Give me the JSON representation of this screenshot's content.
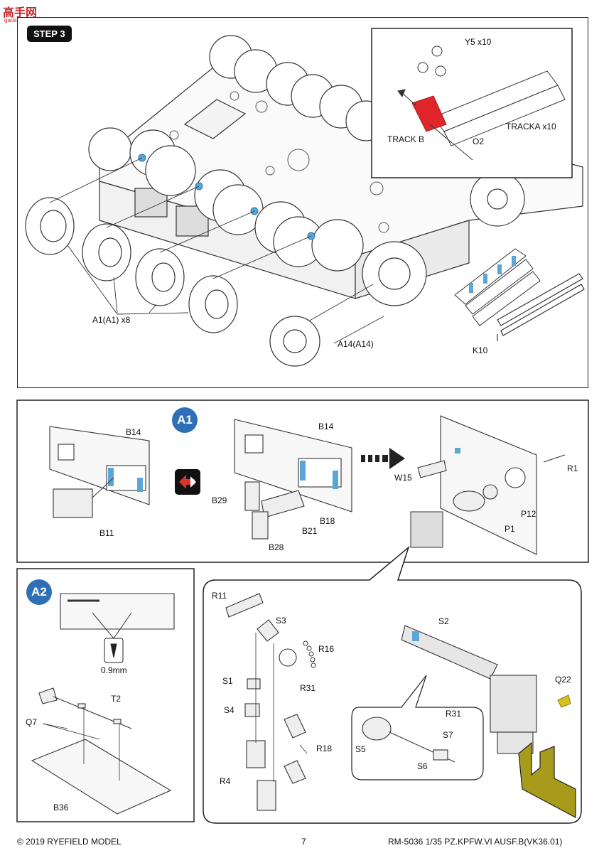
{
  "watermark": {
    "logo": "高手网",
    "url": "gaoshou.com"
  },
  "step": {
    "badge": "STEP 3",
    "labels": {
      "a1x8": "A1(A1) x8",
      "a14": "A14(A14)",
      "k10": "K10"
    },
    "inset": {
      "y5": "Y5 x10",
      "tracka": "TRACKA x10",
      "trackb": "TRACK B",
      "o2": "O2"
    }
  },
  "panel_a1": {
    "badge": "A1",
    "labels": {
      "b14_left": "B14",
      "b11": "B11",
      "b14_mid": "B14",
      "b29": "B29",
      "b18": "B18",
      "b21": "B21",
      "b28": "B28",
      "w15": "W15",
      "r1": "R1",
      "p12": "P12",
      "p1": "P1"
    }
  },
  "panel_a2": {
    "badge": "A2",
    "labels": {
      "drill": "0.9mm",
      "t2": "T2",
      "q7": "Q7",
      "b36": "B36"
    }
  },
  "detail": {
    "labels": {
      "r11": "R11",
      "s3": "S3",
      "r16": "R16",
      "s1": "S1",
      "r31a": "R31",
      "s4": "S4",
      "r18": "R18",
      "r4": "R4",
      "s2": "S2",
      "q22": "Q22",
      "r31b": "R31",
      "s7": "S7",
      "s5": "S5",
      "s6": "S6"
    }
  },
  "footer": {
    "copyright": "© 2019 RYEFIELD MODEL",
    "page": "7",
    "product": "RM-5036 1/35  PZ.KPFW.VI AUSF.B(VK36.01)"
  },
  "colors": {
    "badge_blue": "#2f6fb5",
    "part_blue": "#5aa6d6",
    "track_red": "#e0262b",
    "arrow_red": "#d8352b",
    "yellow_part": "#d6c21c"
  }
}
